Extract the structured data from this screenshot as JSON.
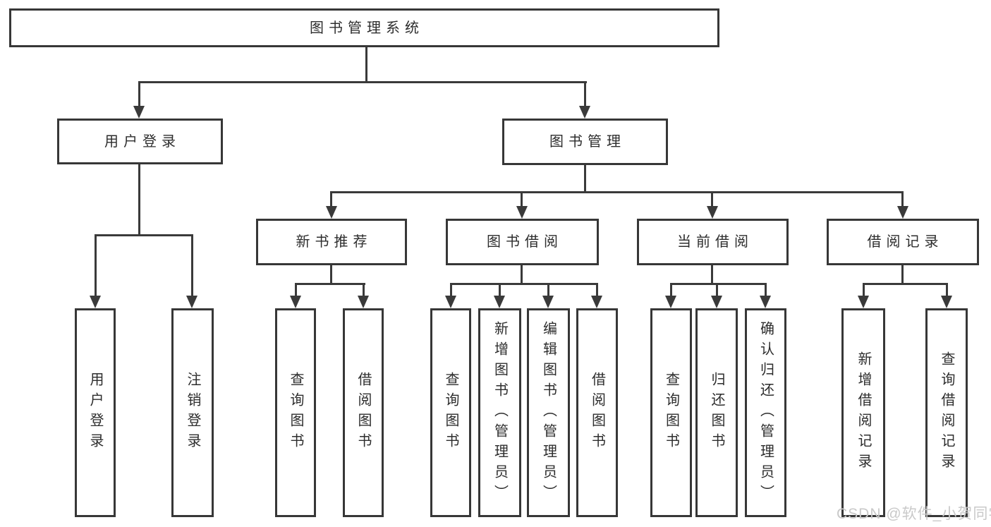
{
  "diagram": {
    "root": {
      "label": "图书管理系统"
    },
    "branches": [
      {
        "label": "用户登录",
        "leaves": [
          {
            "label": "用户登录"
          },
          {
            "label": "注销登录"
          }
        ]
      },
      {
        "label": "图书管理",
        "groups": [
          {
            "label": "新书推荐",
            "leaves": [
              {
                "label": "查询图书"
              },
              {
                "label": "借阅图书"
              }
            ]
          },
          {
            "label": "图书借阅",
            "leaves": [
              {
                "label": "查询图书"
              },
              {
                "label": "新增图书（管理员）"
              },
              {
                "label": "编辑图书（管理员）"
              },
              {
                "label": "借阅图书"
              }
            ]
          },
          {
            "label": "当前借阅",
            "leaves": [
              {
                "label": "查询图书"
              },
              {
                "label": "归还图书"
              },
              {
                "label": "确认归还（管理员）"
              }
            ]
          },
          {
            "label": "借阅记录",
            "leaves": [
              {
                "label": "新增借阅记录"
              },
              {
                "label": "查询借阅记录"
              }
            ]
          }
        ]
      }
    ]
  },
  "watermark": {
    "text": "CSDN @软件_小贺同学"
  },
  "colors": {
    "line": "#3a3a3a",
    "border": "#373737",
    "text": "#2d2d2d",
    "watermark": "#c9c9c9",
    "background": "#ffffff"
  }
}
